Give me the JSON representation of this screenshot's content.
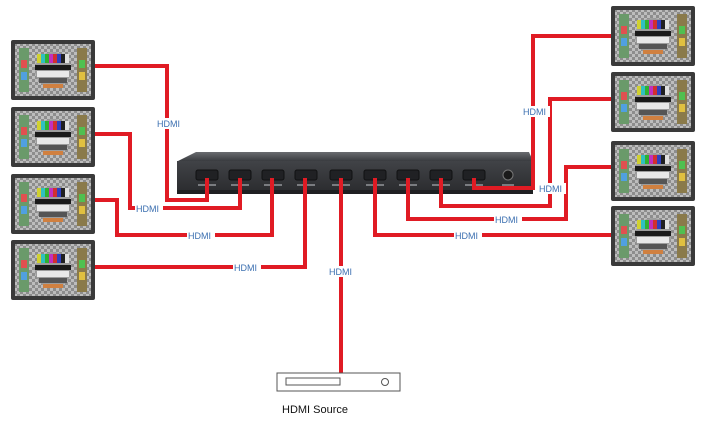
{
  "diagram": {
    "cable_label": "HDMI",
    "source_label": "HDMI Source",
    "splitter": {
      "port_count": 8,
      "has_power_jack": true
    },
    "monitors": [
      {
        "id": "left-1"
      },
      {
        "id": "left-2"
      },
      {
        "id": "left-3"
      },
      {
        "id": "left-4"
      },
      {
        "id": "right-1"
      },
      {
        "id": "right-2"
      },
      {
        "id": "right-3"
      },
      {
        "id": "right-4"
      }
    ],
    "colors": {
      "cable": "#e01b24",
      "device": "#3c3e41",
      "label": "#3b6fb0"
    }
  }
}
